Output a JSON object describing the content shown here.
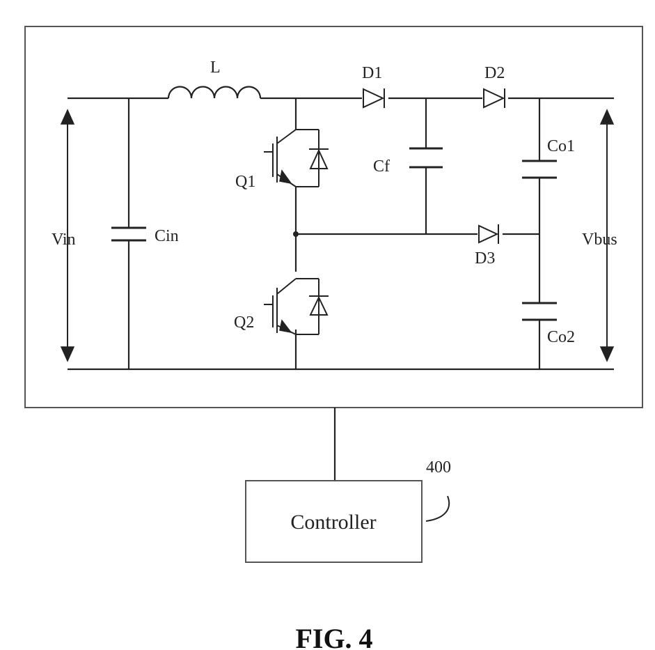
{
  "labels": {
    "inductor": "L",
    "d1": "D1",
    "d2": "D2",
    "d3": "D3",
    "q1": "Q1",
    "q2": "Q2",
    "cf": "Cf",
    "co1": "Co1",
    "co2": "Co2",
    "cin": "Cin",
    "vin": "Vin",
    "vbus": "Vbus"
  },
  "controller": {
    "label": "Controller",
    "ref": "400"
  },
  "figure_label": "FIG. 4"
}
